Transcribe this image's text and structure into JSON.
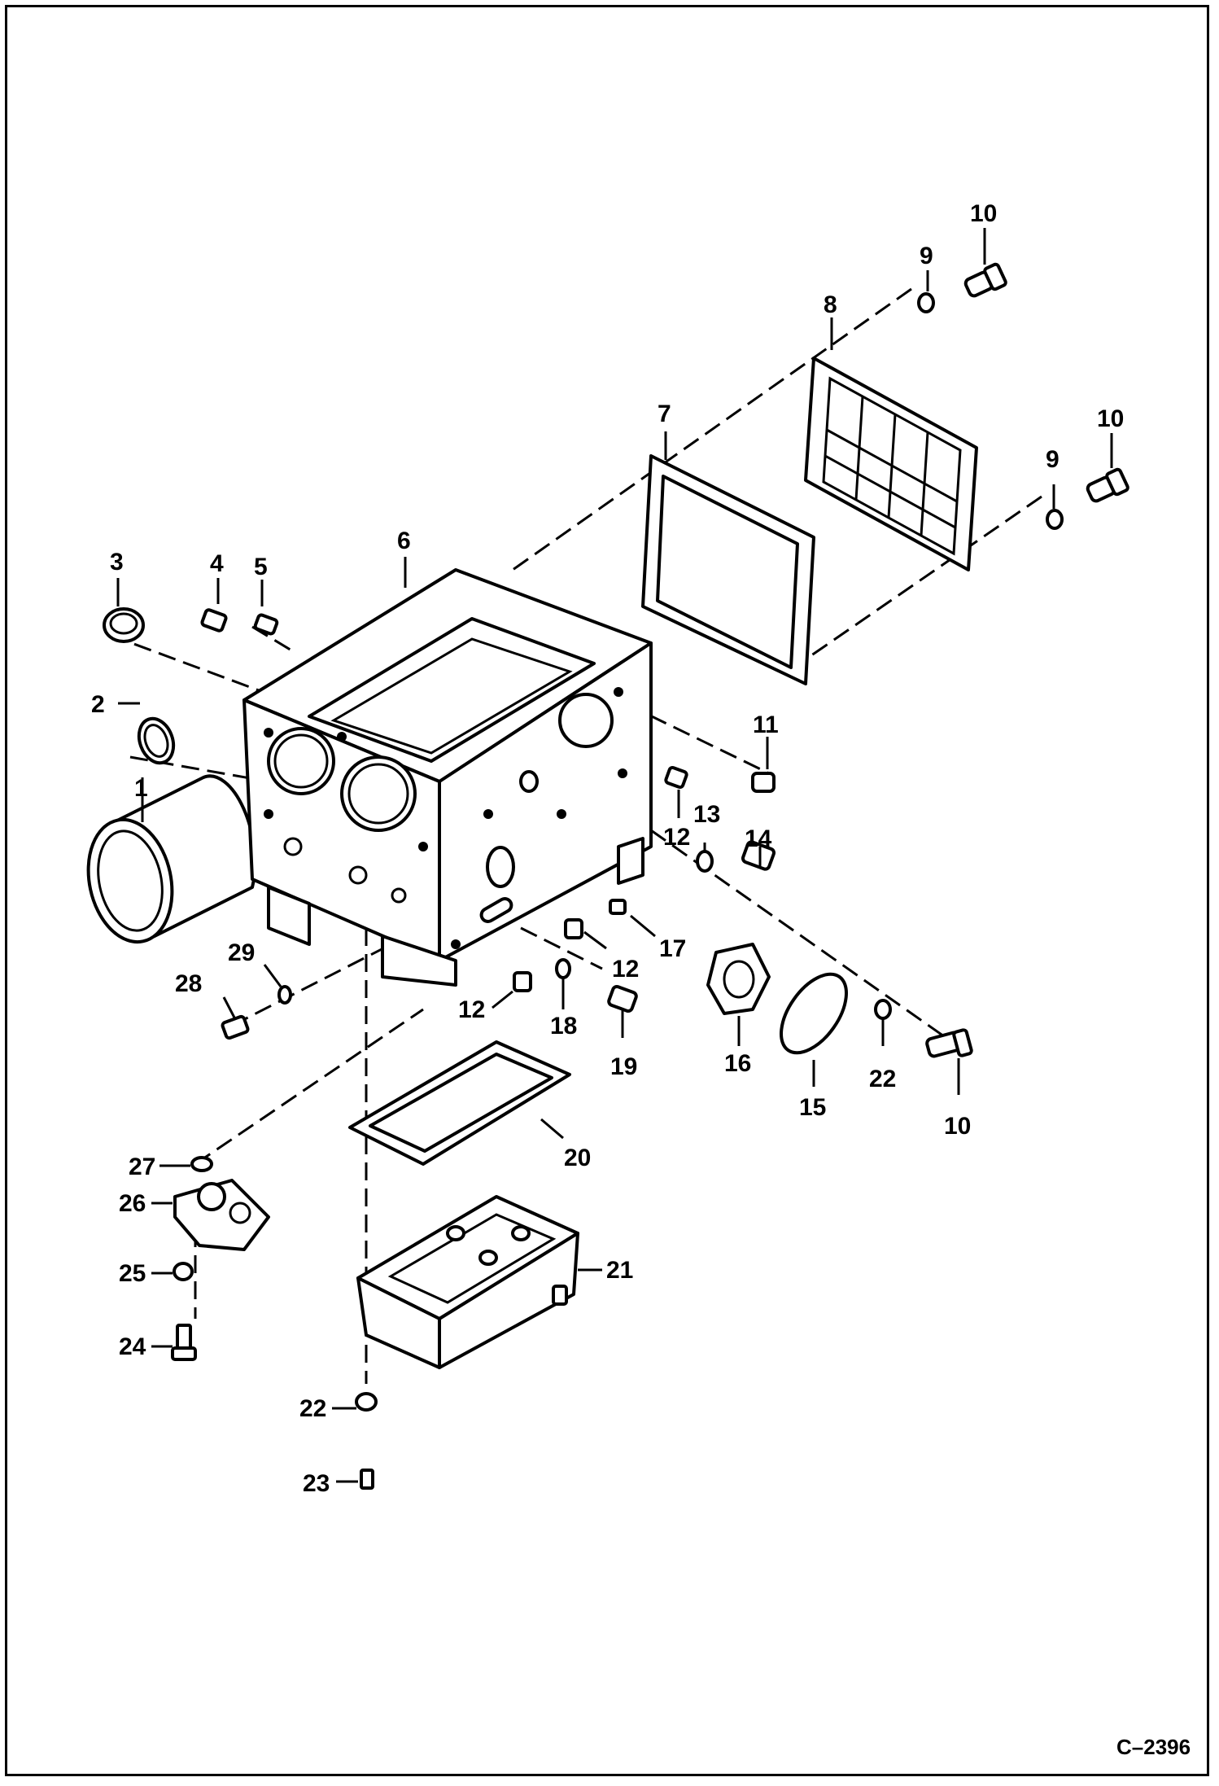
{
  "labels": {
    "p1": "1",
    "p2": "2",
    "p3": "3",
    "p4": "4",
    "p5": "5",
    "p6": "6",
    "p7": "7",
    "p8": "8",
    "p9a": "9",
    "p9b": "9",
    "p10a": "10",
    "p10b": "10",
    "p10c": "10",
    "p11": "11",
    "p12a": "12",
    "p12b": "12",
    "p12c": "12",
    "p13": "13",
    "p14": "14",
    "p15": "15",
    "p16": "16",
    "p17": "17",
    "p18": "18",
    "p19": "19",
    "p20": "20",
    "p21": "21",
    "p22a": "22",
    "p22b": "22",
    "p23": "23",
    "p24": "24",
    "p25": "25",
    "p26": "26",
    "p27": "27",
    "p28": "28",
    "p29": "29"
  },
  "drawing_ref": "C–2396",
  "colors": {
    "line": "#000000",
    "background": "#ffffff"
  }
}
